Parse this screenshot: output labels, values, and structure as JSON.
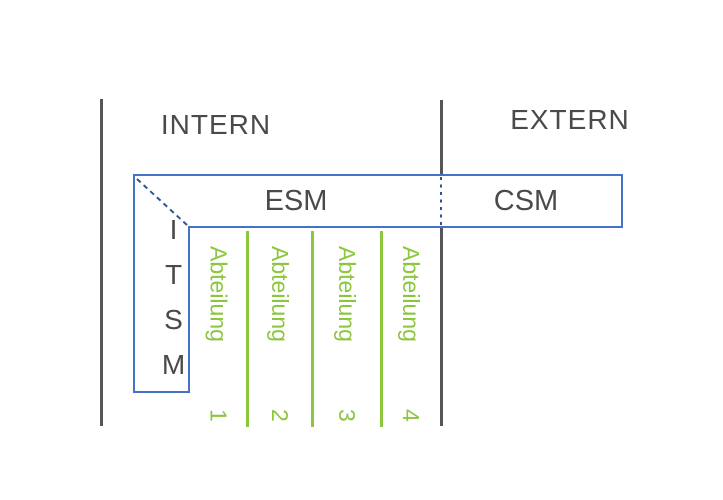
{
  "zones": {
    "intern_label": "INTERN",
    "extern_label": "EXTERN"
  },
  "bar": {
    "esm_label": "ESM",
    "csm_label": "CSM"
  },
  "itsm": {
    "label": "ITSM"
  },
  "columns": [
    {
      "name": "Abteilung",
      "number": "1"
    },
    {
      "name": "Abteilung",
      "number": "2"
    },
    {
      "name": "Abteilung",
      "number": "3"
    },
    {
      "name": "Abteilung",
      "number": "4"
    }
  ],
  "colors": {
    "blue": "#4472c4",
    "dashblue": "#2e5396",
    "green": "#8cc63f",
    "gray": "#55565a",
    "text": "#4a4a4a"
  }
}
